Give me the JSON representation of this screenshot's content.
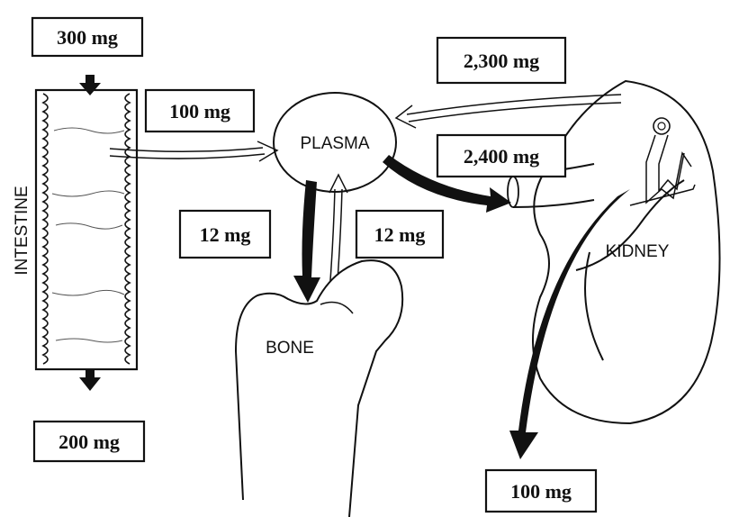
{
  "labels": {
    "intestine": "INTESTINE",
    "plasma": "PLASMA",
    "bone": "BONE",
    "kidney": "KIDNEY"
  },
  "amounts": {
    "dietary_intake": "300 mg",
    "intestinal_absorption": "100 mg",
    "fecal_excretion": "200 mg",
    "bone_deposition": "12 mg",
    "bone_resorption": "12 mg",
    "renal_filtration": "2,400 mg",
    "renal_reabsorption": "2,300 mg",
    "urinary_excretion": "100 mg"
  }
}
